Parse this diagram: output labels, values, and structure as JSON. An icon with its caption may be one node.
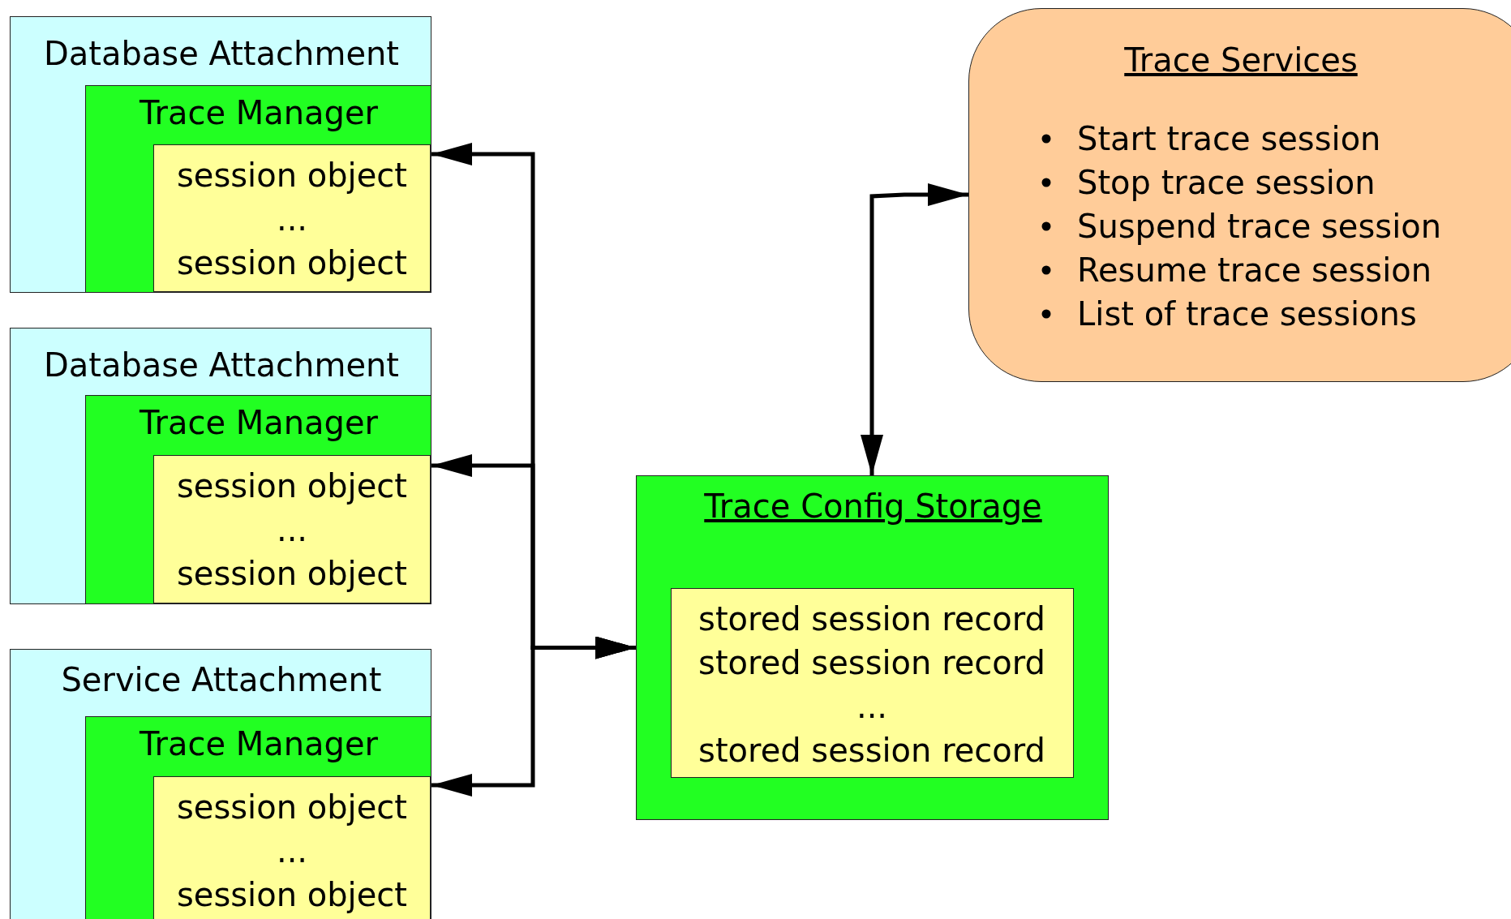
{
  "diagram": {
    "nodes": [
      {
        "text": [
          "Database Attachment"
        ]
      },
      {
        "text": [
          "Trace Manager"
        ],
        "in": 0
      },
      {
        "text": [
          "session object",
          "...",
          "session object"
        ],
        "in": 1
      },
      {
        "text": [
          "Database Attachment"
        ]
      },
      {
        "text": [
          "Trace Manager"
        ],
        "in": 3
      },
      {
        "text": [
          "session object",
          "...",
          "session object"
        ],
        "in": 4
      },
      {
        "text": [
          "Service Attachment"
        ]
      },
      {
        "text": [
          "Trace Manager"
        ],
        "in": 6
      },
      {
        "text": [
          "session object",
          "...",
          "session object"
        ],
        "in": 7
      },
      {
        "text": [
          "Trace Config Storage"
        ]
      },
      {
        "text": [
          "stored session record",
          "stored session record",
          "...",
          "stored session record"
        ],
        "in": 9
      },
      {
        "text": [
          "Trace Services",
          "Start trace session",
          "Stop trace session",
          "Suspend trace session",
          "Resume trace session",
          "List of trace sessions"
        ]
      }
    ],
    "edges": [
      {
        "from": 9,
        "to": 2,
        "arrow": "both"
      },
      {
        "from": 9,
        "to": 5,
        "arrow": "both"
      },
      {
        "from": 9,
        "to": 8,
        "arrow": "both"
      },
      {
        "from": 9,
        "to": 11,
        "arrow": "both"
      }
    ]
  }
}
